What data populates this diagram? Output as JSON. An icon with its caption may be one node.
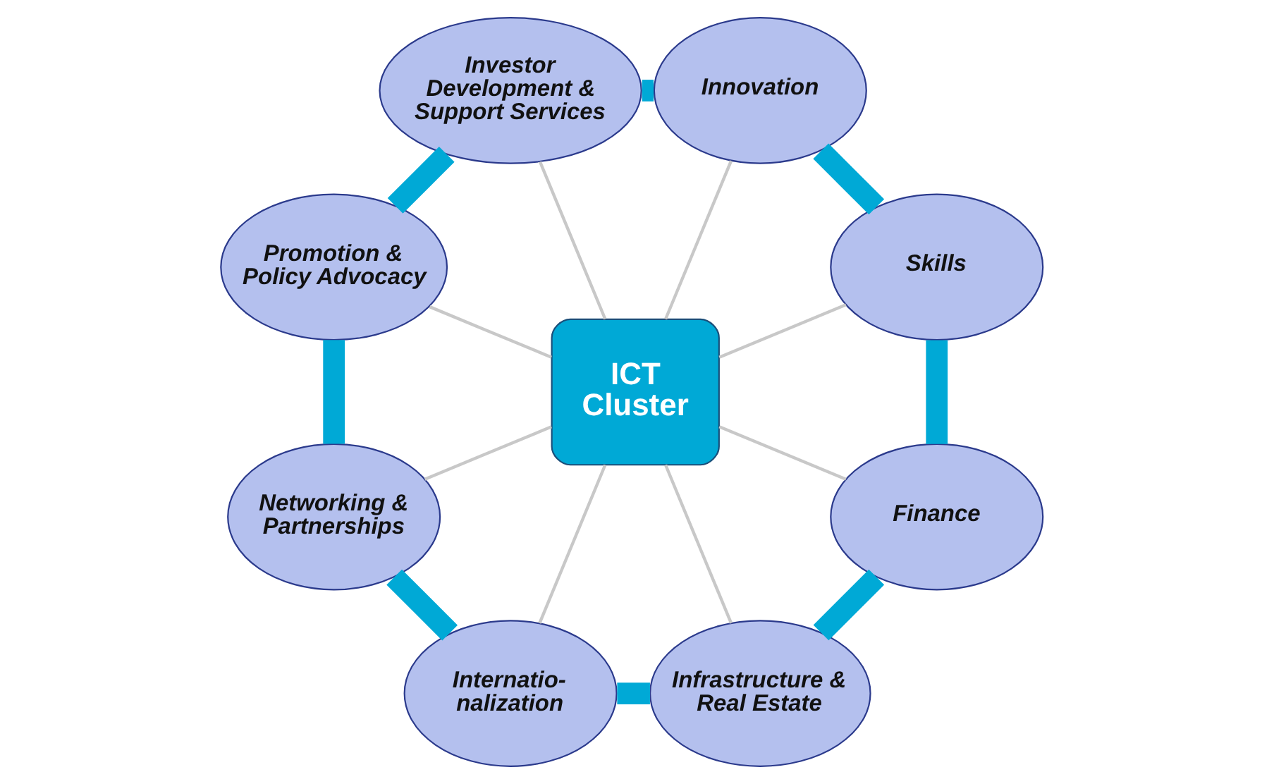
{
  "diagram": {
    "nodes": [
      {
        "text": [
          "ICT Cluster"
        ]
      },
      {
        "text": [
          "Skills"
        ]
      },
      {
        "text": [
          "Innovation"
        ]
      },
      {
        "text": [
          "Investor Development & Support Services"
        ]
      },
      {
        "text": [
          "Promotion & Policy Advocacy"
        ]
      },
      {
        "text": [
          "Networking & Partnerships"
        ]
      },
      {
        "text": [
          "Internatio- nalization"
        ]
      },
      {
        "text": [
          "Infrastructure & Real Estate"
        ]
      },
      {
        "text": [
          "Finance"
        ]
      }
    ],
    "edges": [
      {
        "from": 0,
        "to": 1,
        "arrow": "none",
        "color": "#c8c8c8"
      },
      {
        "from": 0,
        "to": 2,
        "arrow": "none",
        "color": "#c8c8c8"
      },
      {
        "from": 0,
        "to": 3,
        "arrow": "none",
        "color": "#c8c8c8"
      },
      {
        "from": 0,
        "to": 4,
        "arrow": "none",
        "color": "#c8c8c8"
      },
      {
        "from": 0,
        "to": 5,
        "arrow": "none",
        "color": "#c8c8c8"
      },
      {
        "from": 0,
        "to": 6,
        "arrow": "none",
        "color": "#c8c8c8"
      },
      {
        "from": 0,
        "to": 7,
        "arrow": "none",
        "color": "#c8c8c8"
      },
      {
        "from": 0,
        "to": 8,
        "arrow": "none",
        "color": "#c8c8c8"
      },
      {
        "from": 1,
        "to": 2,
        "arrow": "none",
        "style": "thick",
        "color": "#00a9d6"
      },
      {
        "from": 2,
        "to": 3,
        "arrow": "none",
        "style": "thick",
        "color": "#00a9d6"
      },
      {
        "from": 3,
        "to": 4,
        "arrow": "none",
        "style": "thick",
        "color": "#00a9d6"
      },
      {
        "from": 4,
        "to": 5,
        "arrow": "none",
        "style": "thick",
        "color": "#00a9d6"
      },
      {
        "from": 5,
        "to": 6,
        "arrow": "none",
        "style": "thick",
        "color": "#00a9d6"
      },
      {
        "from": 6,
        "to": 7,
        "arrow": "none",
        "style": "thick",
        "color": "#00a9d6"
      },
      {
        "from": 7,
        "to": 8,
        "arrow": "none",
        "style": "thick",
        "color": "#00a9d6"
      },
      {
        "from": 8,
        "to": 1,
        "arrow": "none",
        "style": "thick",
        "color": "#00a9d6"
      }
    ]
  }
}
